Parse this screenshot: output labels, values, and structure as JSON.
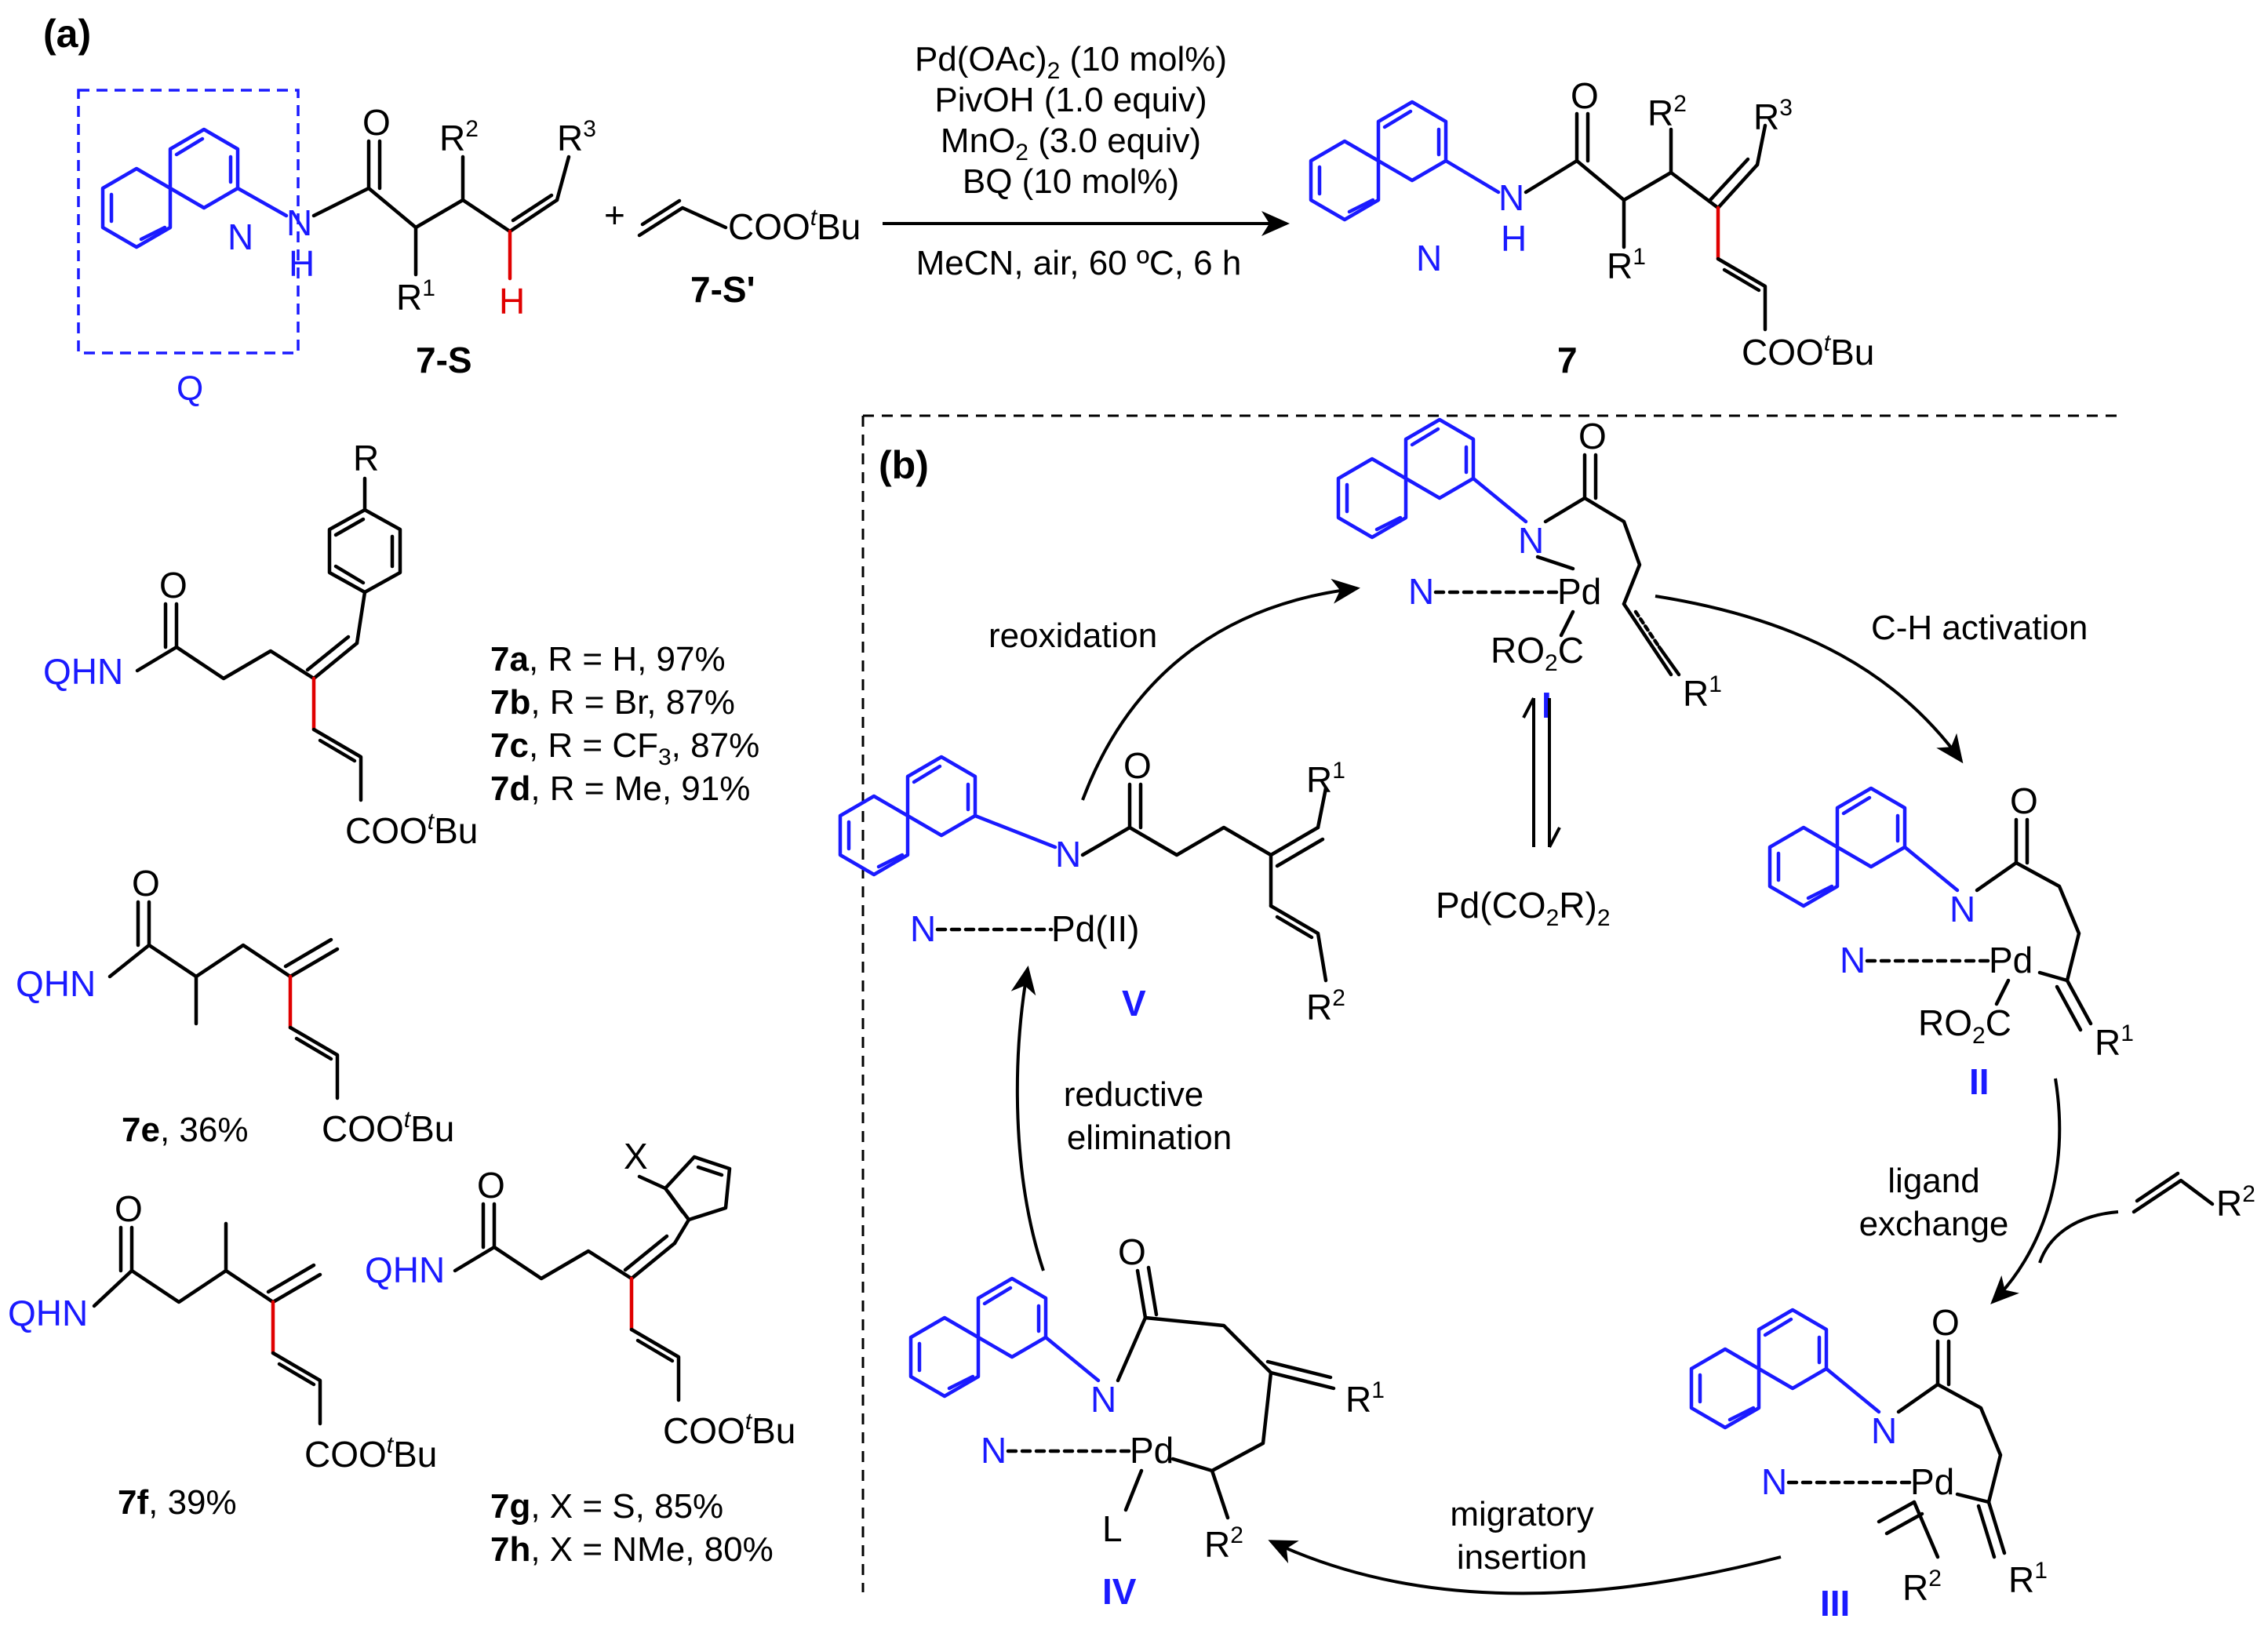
{
  "panels": {
    "a": "(a)",
    "b": "(b)"
  },
  "box_label": "Q",
  "reaction": {
    "reagent_label": "7-S'",
    "reagent_text": "COO",
    "substrate_label": "7-S",
    "product_label": "7",
    "conditions": [
      {
        "pre": "Pd(OAc)",
        "sub": "2",
        "post": " (10 mol%)"
      },
      {
        "pre": "PivOH (1.0 equiv)",
        "sub": "",
        "post": ""
      },
      {
        "pre": "MnO",
        "sub": "2",
        "post": " (3.0 equiv)"
      },
      {
        "pre": "BQ (10 mol%)",
        "sub": "",
        "post": ""
      }
    ],
    "conditions_below": "MeCN, air, 60 ºC, 6 h"
  },
  "examples": [
    {
      "id": "7a",
      "text": ", R = H, 97%"
    },
    {
      "id": "7b",
      "text": ", R = Br, 87%"
    },
    {
      "id": "7c",
      "text": ", R = CF",
      "sub": "3",
      "post": ", 87%"
    },
    {
      "id": "7d",
      "text": ", R = Me, 91%"
    },
    {
      "id": "7e",
      "text": ", 36%"
    },
    {
      "id": "7f",
      "text": ", 39%"
    },
    {
      "id": "7g",
      "text": ", X = S, 85%"
    },
    {
      "id": "7h",
      "text": ", X = NMe, 80%"
    }
  ],
  "mechanism": {
    "steps": {
      "reoxidation": "reoxidation",
      "ch_activation": "C-H activation",
      "ligand_exchange_1": "ligand",
      "ligand_exchange_2": "exchange",
      "migratory_1": "migratory",
      "migratory_2": "insertion",
      "reductive_1": "reductive",
      "reductive_2": "elimination"
    },
    "pd_salt": "Pd(CO2R)2",
    "intermediates": [
      "I",
      "II",
      "III",
      "IV",
      "V"
    ],
    "pd_label": "Pd",
    "pd2_label": "Pd(II)"
  },
  "colors": {
    "quinoline": "#1a1aff",
    "new_bond": "#e00000",
    "text": "#000000"
  }
}
